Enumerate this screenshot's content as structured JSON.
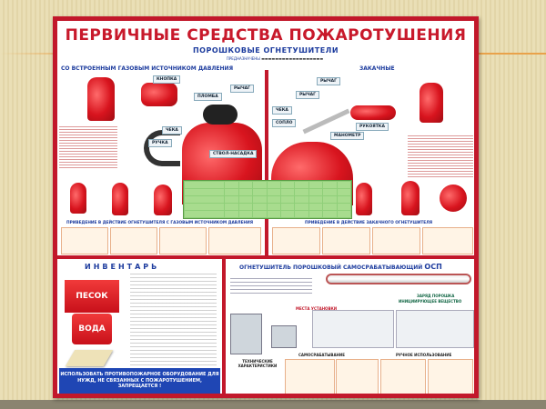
{
  "title": "ПЕРВИЧНЫЕ СРЕДСТВА ПОЖАРОТУШЕНИЯ",
  "subtitle": "ПОРОШКОВЫЕ ОГНЕТУШИТЕЛИ",
  "purpose_label": "ПРЕДНАЗНАЧЕНЫ",
  "sections": {
    "gas_source": "СО ВСТРОЕННЫМ ГАЗОВЫМ ИСТОЧНИКОМ ДАВЛЕНИЯ",
    "stored_pressure": "ЗАКАЧНЫЕ"
  },
  "labels": {
    "button": "КНОПКА",
    "seal": "ПЛОМБА",
    "lever_left": "РЫЧАГ",
    "pin_left": "ЧЕКА",
    "handle_left": "РУЧКА",
    "nozzle_barrel": "СТВОЛ-НАСАДКА",
    "lever_right_top": "РЫЧАГ",
    "lever_right": "РЫЧАГ",
    "pin_right": "ЧЕКА",
    "nozzle": "СОПЛО",
    "grip": "РУКОЯТКА",
    "gauge": "МАНОМЕТР"
  },
  "action_headers": {
    "gas": "ПРИВЕДЕНИЕ В ДЕЙСТВИЕ ОГНЕТУШИТЕЛЯ С ГАЗОВЫМ ИСТОЧНИКОМ ДАВЛЕНИЯ",
    "stored": "ПРИВЕДЕНИЕ В ДЕЙСТВИЕ ЗАКАЧНОГО ОГНЕТУШИТЕЛЯ"
  },
  "inventory": {
    "header": "ИНВЕНТАРЬ",
    "sand": "ПЕСОК",
    "water": "ВОДА",
    "warning": "ИСПОЛЬЗОВАТЬ ПРОТИВОПОЖАРНОЕ ОБОРУДОВАНИЕ ДЛЯ НУЖД, НЕ СВЯЗАННЫХ С ПОЖАРОТУШЕНИЕМ, ЗАПРЕЩАЕТСЯ !"
  },
  "osp": {
    "header": "ОГНЕТУШИТЕЛЬ ПОРОШКОВЫЙ САМОСРАБАТЫВАЮЩИЙ",
    "code": "ОСП",
    "powder": "ЗАРЯД ПОРОШКА",
    "initiator": "ИНИЦИИРУЮЩЕЕ ВЕЩЕСТВО",
    "install": "МЕСТА УСТАНОВКИ",
    "specs": "ТЕХНИЧЕСКИЕ ХАРАКТЕРИСТИКИ",
    "self": "САМОСРАБАТЫВАНИЕ",
    "manual": "РУЧНОЕ ИСПОЛЬЗОВАНИЕ"
  },
  "colors": {
    "accent_red": "#c2182b",
    "heading_blue": "#1d3c9e",
    "table_green": "#8fcf79"
  }
}
